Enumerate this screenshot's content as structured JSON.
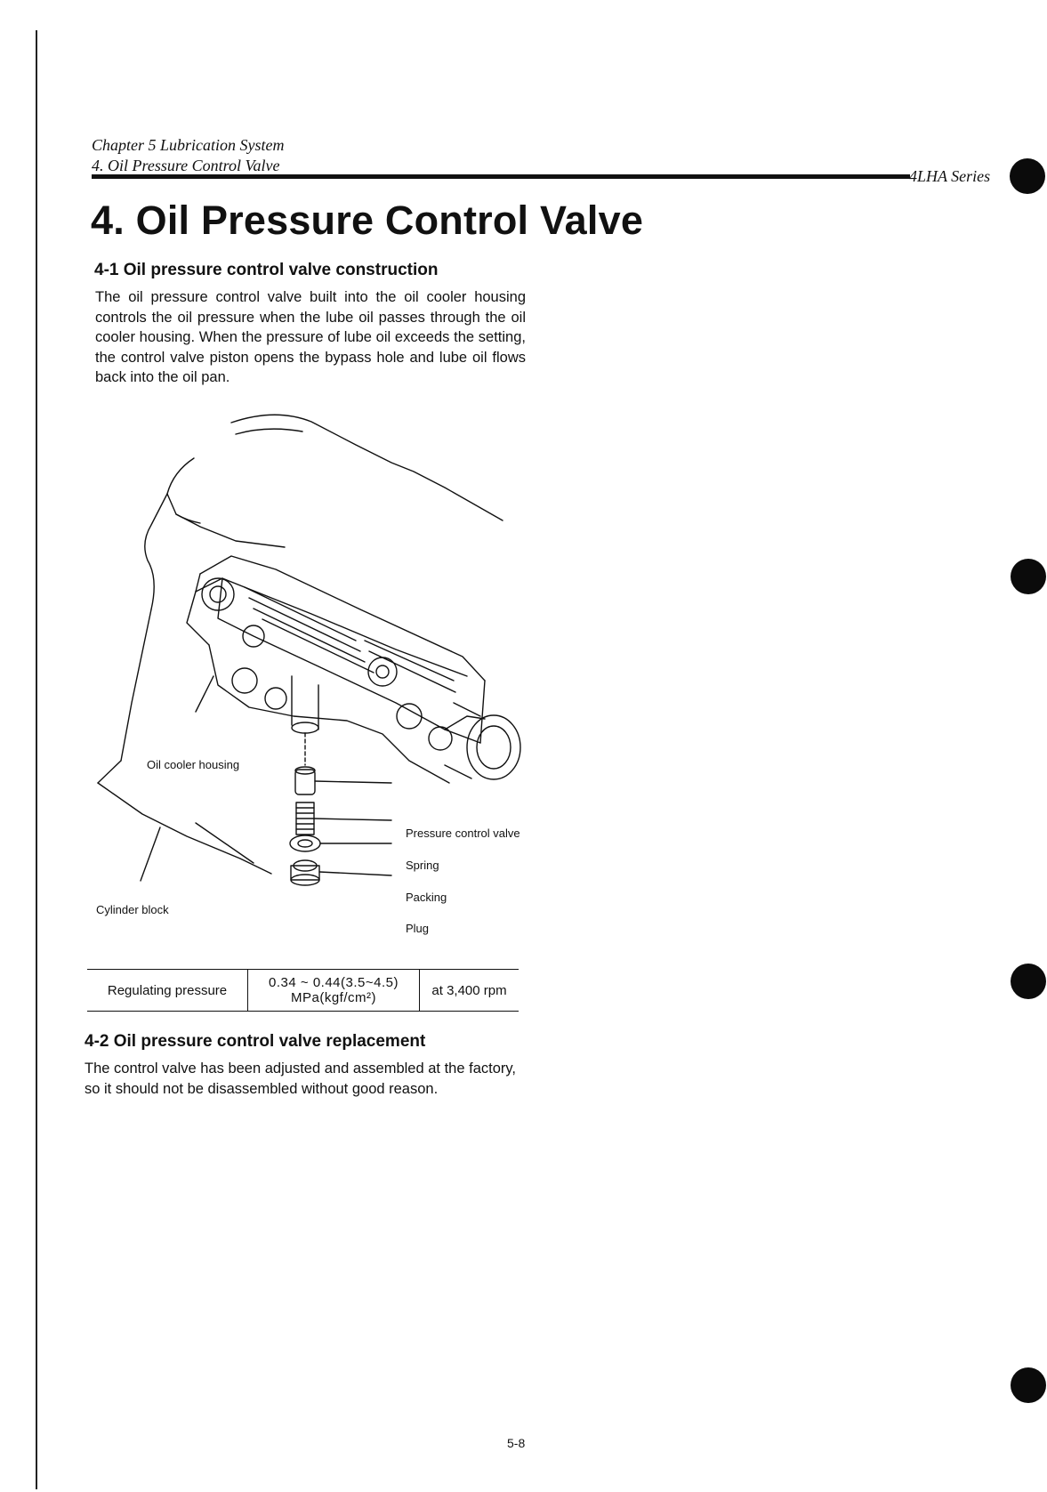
{
  "header": {
    "chapter": "Chapter 5 Lubrication System",
    "section": "4. Oil Pressure Control Valve",
    "series": "4LHA Series"
  },
  "title": "4. Oil Pressure Control Valve",
  "section1": {
    "heading": "4-1 Oil pressure control valve construction",
    "body": "The oil pressure control valve built into the oil cooler housing controls the oil pressure when the lube oil passes through the oil cooler housing. When the pressure of lube oil exceeds the setting, the control valve piston opens the bypass hole and lube oil flows back into the oil pan."
  },
  "diagram": {
    "labels": {
      "oil_cooler_housing": "Oil cooler housing",
      "cylinder_block": "Cylinder block",
      "pressure_control_valve": "Pressure control valve",
      "spring": "Spring",
      "packing": "Packing",
      "plug": "Plug"
    }
  },
  "spec_table": {
    "label": "Regulating pressure",
    "value_line1": "0.34 ~ 0.44(3.5~4.5)",
    "value_line2": "MPa(kgf/cm²)",
    "condition": "at 3,400 rpm"
  },
  "section2": {
    "heading": "4-2 Oil pressure control valve replacement",
    "body": "The control valve has been adjusted and assembled at the factory, so it should not be disassembled without good reason."
  },
  "page_number": "5-8"
}
